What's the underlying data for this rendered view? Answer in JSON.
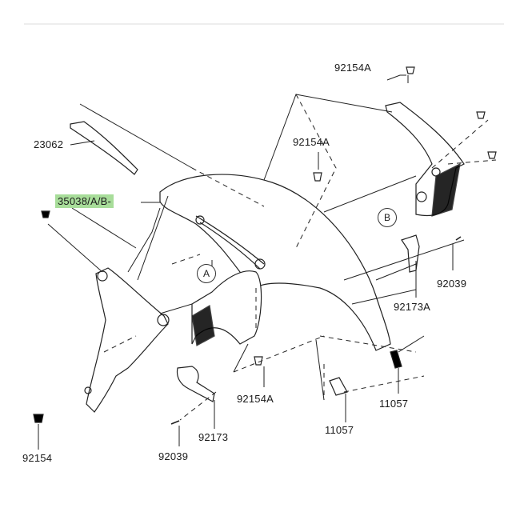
{
  "labels": {
    "p92154A_top": "92154A",
    "p92154A_mid": "92154A",
    "p23062": "23062",
    "p35038": "35038/A/B-",
    "p92039_right": "92039",
    "p92173A": "92173A",
    "p92154A_bot": "92154A",
    "p11057_right": "11057",
    "p11057_bot": "11057",
    "p92173": "92173",
    "p92039_bot": "92039",
    "p92154": "92154"
  },
  "callouts": {
    "A": "A",
    "B": "B"
  },
  "colors": {
    "highlight": "#a8dd9a",
    "line": "#222222",
    "fill": "#ffffff"
  }
}
